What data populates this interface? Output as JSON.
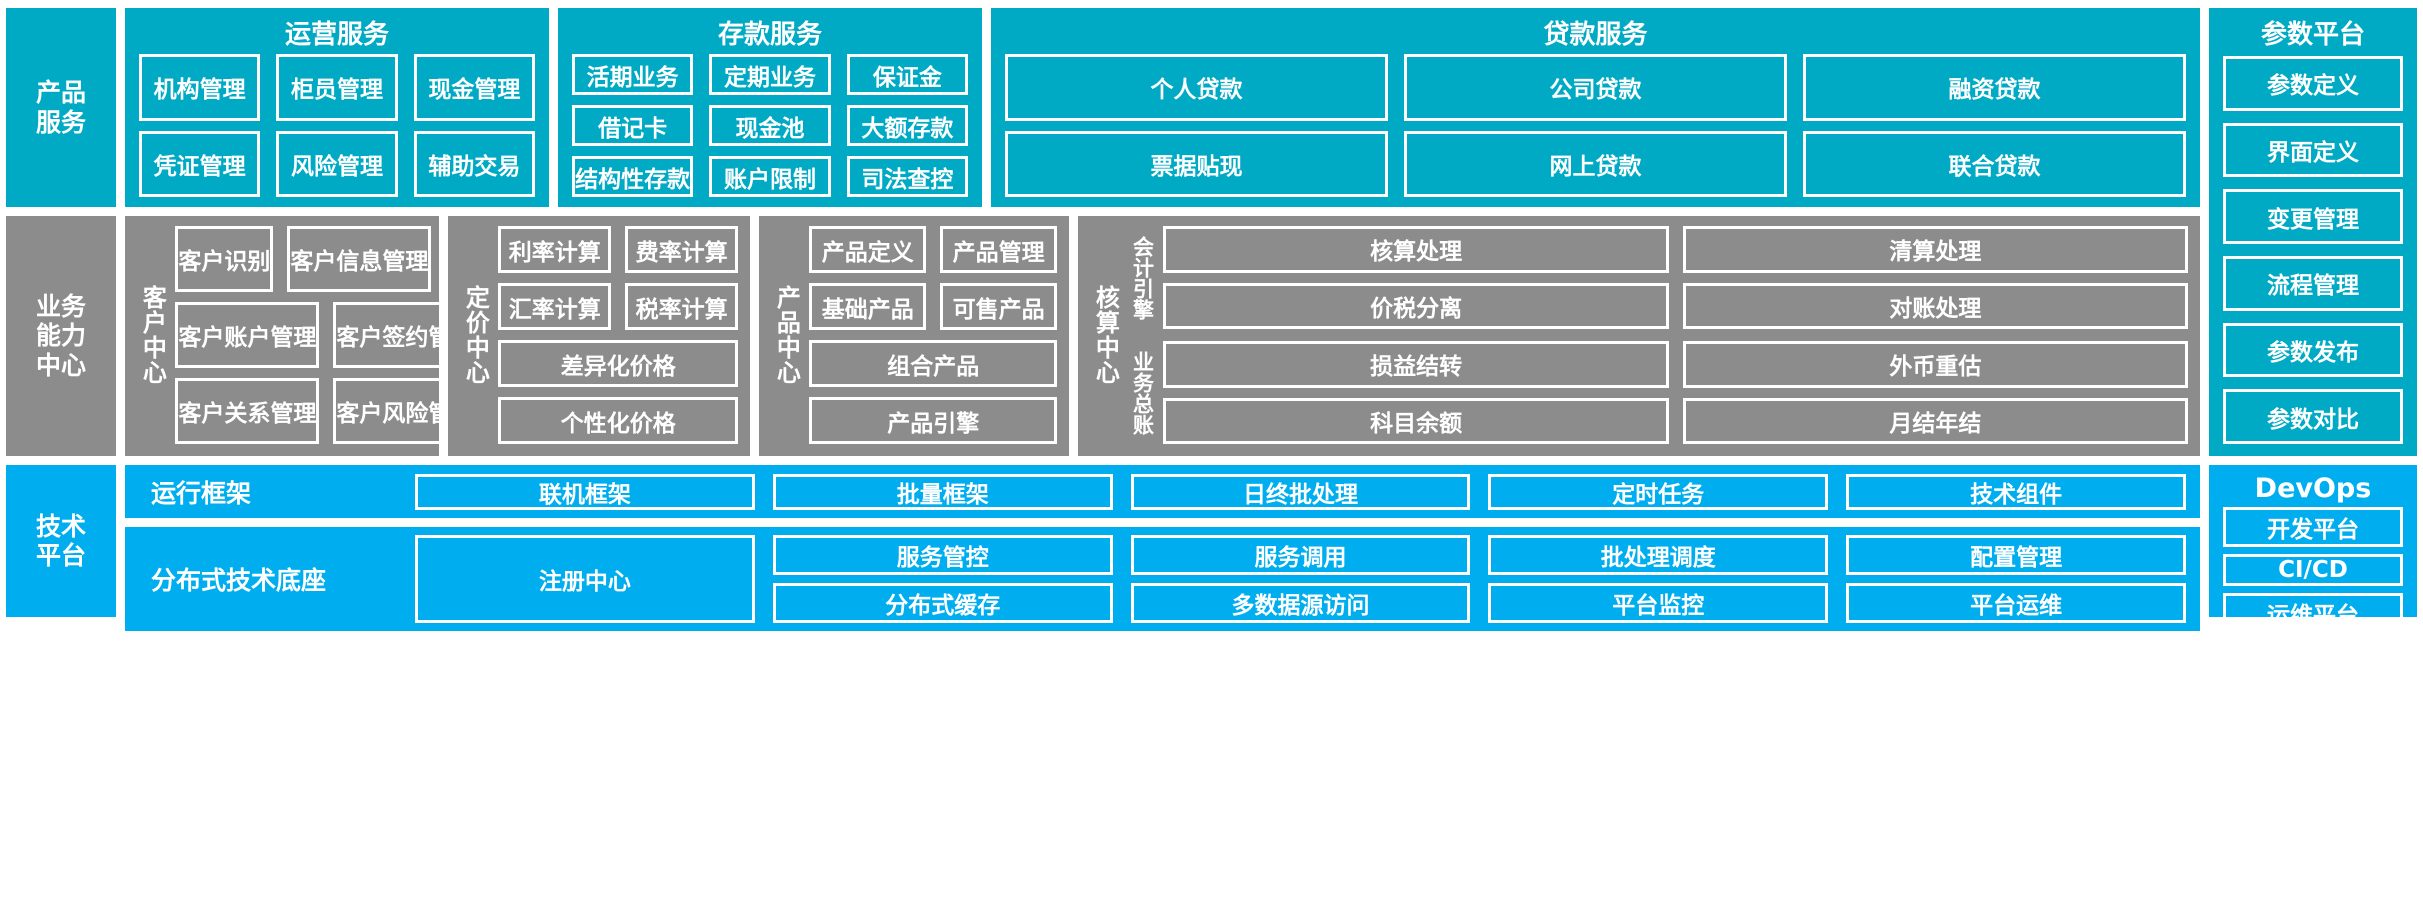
{
  "layers": {
    "product_service": "产品\n服务",
    "product_service_lines": [
      "产品",
      "服务"
    ],
    "business_capability_lines": [
      "业务",
      "能力",
      "中心"
    ],
    "tech_platform_lines": [
      "技术",
      "平台"
    ]
  },
  "top": {
    "groups": [
      {
        "title": "运营服务",
        "rows": [
          [
            "机构管理",
            "柜员管理",
            "现金管理"
          ],
          [
            "凭证管理",
            "风险管理",
            "辅助交易"
          ]
        ]
      },
      {
        "title": "存款服务",
        "rows": [
          [
            "活期业务",
            "定期业务",
            "保证金"
          ],
          [
            "借记卡",
            "现金池",
            "大额存款"
          ],
          [
            "结构性存款",
            "账户限制",
            "司法查控"
          ]
        ]
      },
      {
        "title": "贷款服务",
        "rows": [
          [
            "个人贷款",
            "公司贷款",
            "融资贷款"
          ],
          [
            "票据贴现",
            "网上贷款",
            "联合贷款"
          ]
        ]
      }
    ]
  },
  "param_platform": {
    "title": "参数平台",
    "items": [
      "参数定义",
      "界面定义",
      "变更管理",
      "流程管理",
      "参数发布",
      "参数对比"
    ]
  },
  "middle": {
    "centers": [
      {
        "label_lines": [
          "客",
          "户",
          "中",
          "心"
        ],
        "label": "客户中心",
        "rows": [
          [
            "客户识别",
            "客户信息管理"
          ],
          [
            "客户账户管理",
            "客户签约管理"
          ],
          [
            "客户关系管理",
            "客户风险管理"
          ]
        ]
      },
      {
        "label_lines": [
          "定",
          "价",
          "中",
          "心"
        ],
        "label": "定价中心",
        "rows": [
          [
            "利率计算",
            "费率计算"
          ],
          [
            "汇率计算",
            "税率计算"
          ],
          [
            "差异化价格"
          ],
          [
            "个性化价格"
          ]
        ]
      },
      {
        "label_lines": [
          "产",
          "品",
          "中",
          "心"
        ],
        "label": "产品中心",
        "rows": [
          [
            "产品定义",
            "产品管理"
          ],
          [
            "基础产品",
            "可售产品"
          ],
          [
            "组合产品"
          ],
          [
            "产品引擎"
          ]
        ]
      }
    ],
    "accounting": {
      "label_lines": [
        "核",
        "算",
        "中",
        "心"
      ],
      "label": "核算中心",
      "subgroups": [
        {
          "label_lines": [
            "会",
            "计",
            "引",
            "擎"
          ],
          "label": "会计引擎",
          "rows": [
            [
              "核算处理",
              "清算处理"
            ],
            [
              "价税分离",
              "对账处理"
            ]
          ]
        },
        {
          "label_lines": [
            "业",
            "务",
            "总",
            "账"
          ],
          "label": "业务总账",
          "rows": [
            [
              "损益结转",
              "外币重估"
            ],
            [
              "科目余额",
              "月结年结"
            ]
          ]
        }
      ]
    }
  },
  "tech": {
    "run_framework": {
      "label": "运行框架",
      "items": [
        "联机框架",
        "批量框架",
        "日终批处理",
        "定时任务",
        "技术组件"
      ]
    },
    "base_platform": {
      "label": "分布式技术底座",
      "columns": [
        {
          "items": [
            "注册中心"
          ]
        },
        {
          "items": [
            "服务管控",
            "分布式缓存"
          ]
        },
        {
          "items": [
            "服务调用",
            "多数据源访问"
          ]
        },
        {
          "items": [
            "批处理调度",
            "平台监控"
          ]
        },
        {
          "items": [
            "配置管理",
            "平台运维"
          ]
        }
      ]
    }
  },
  "devops": {
    "title": "DevOps",
    "items": [
      "开发平台",
      "CI/CD",
      "运维平台"
    ]
  },
  "colors": {
    "teal": "#00A9C4",
    "cyan": "#00AEEF",
    "grey": "#8C8C8C",
    "white": "#FFFFFF",
    "background": "#FFFFFF"
  }
}
